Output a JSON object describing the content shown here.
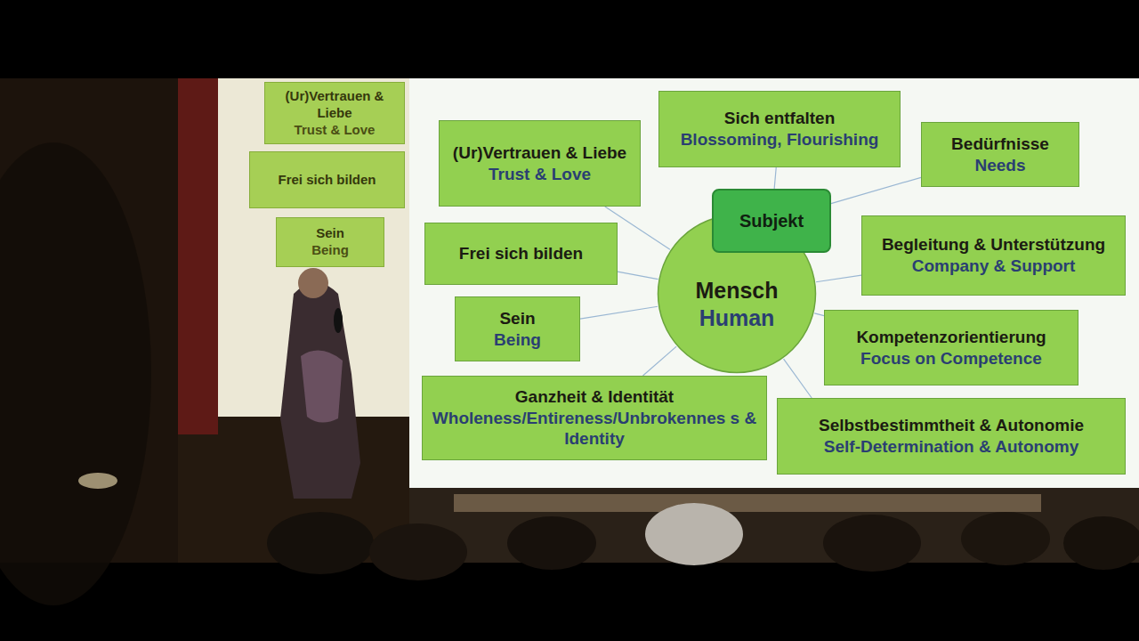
{
  "diagram": {
    "nodes": [
      {
        "text": [
          "Sich entfalten",
          "Blossoming, Flourishing"
        ]
      },
      {
        "text": [
          "(Ur)Vertrauen & Liebe",
          "Trust & Love"
        ]
      },
      {
        "text": [
          "Bedürfnisse",
          "Needs"
        ]
      },
      {
        "text": [
          "Subjekt"
        ]
      },
      {
        "text": [
          "Mensch",
          "Human"
        ]
      },
      {
        "text": [
          "Frei sich bilden"
        ]
      },
      {
        "text": [
          "Begleitung & Unterstützung",
          "Company & Support"
        ]
      },
      {
        "text": [
          "Sein",
          "Being"
        ]
      },
      {
        "text": [
          "Kompetenzorientierung",
          "Focus on Competence"
        ]
      },
      {
        "text": [
          "Ganzheit & Identität",
          "Wholeness/Entireness/Unbrokennes s & Identity"
        ]
      },
      {
        "text": [
          "Selbstbestimmtheit & Autonomie",
          "Self-Determination & Autonomy"
        ]
      },
      {
        "text": [
          "(Ur)Vertrauen & Liebe",
          "Trust & Love"
        ]
      },
      {
        "text": [
          "Frei sich bilden"
        ]
      },
      {
        "text": [
          "Sein",
          "Being"
        ]
      }
    ],
    "edges": [
      {
        "from": 3,
        "to": 0,
        "arrow": "none"
      },
      {
        "from": 3,
        "to": 2,
        "arrow": "none"
      },
      {
        "from": 4,
        "to": 1,
        "arrow": "none"
      },
      {
        "from": 4,
        "to": 5,
        "arrow": "none"
      },
      {
        "from": 4,
        "to": 6,
        "arrow": "none"
      },
      {
        "from": 4,
        "to": 7,
        "arrow": "none"
      },
      {
        "from": 4,
        "to": 8,
        "arrow": "none"
      },
      {
        "from": 4,
        "to": 9,
        "arrow": "none"
      },
      {
        "from": 4,
        "to": 10,
        "arrow": "none"
      }
    ]
  }
}
